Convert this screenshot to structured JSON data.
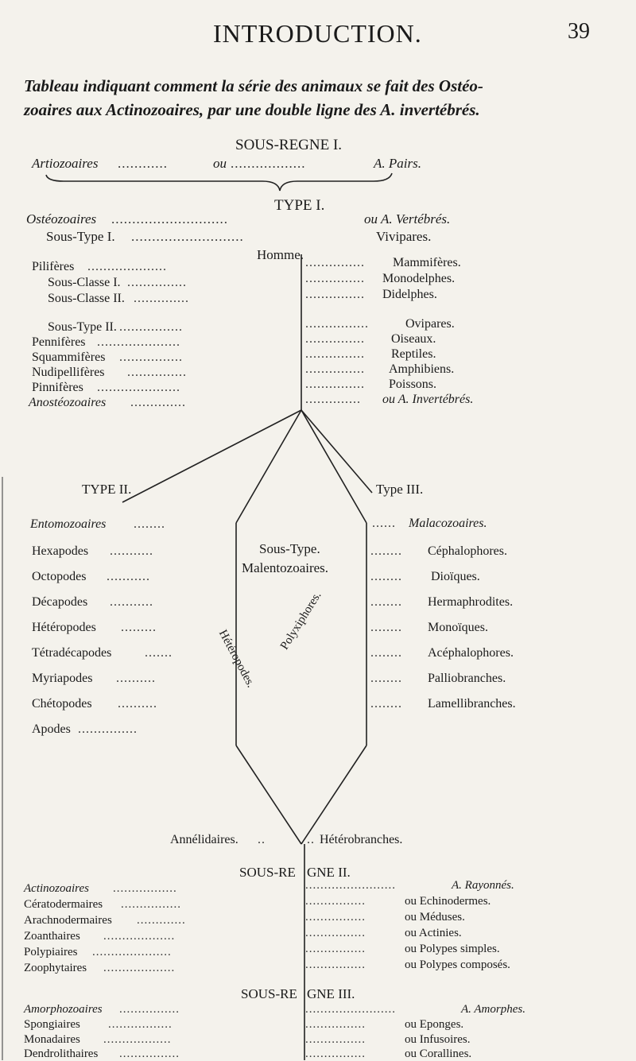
{
  "header": {
    "title": "INTRODUCTION.",
    "page_number": "39"
  },
  "caption": {
    "line1": "Tableau indiquant comment la série des animaux se fait des Ostéo-",
    "line2": "zoaires aux Actinozoaires, par une double ligne des A. invertébrés."
  },
  "regne1": {
    "heading": "SOUS-REGNE I.",
    "left": "Artiozoaires",
    "mid": "ou",
    "right": "A. Pairs."
  },
  "type1": {
    "heading": "TYPE I.",
    "left1": "Ostéozoaires",
    "right1": "ou A. Vertébrés.",
    "left2": "Sous-Type I.",
    "right2": "Vivipares.",
    "homme": "Homme.",
    "left_items": [
      "Pilifères",
      "Sous-Classe I.",
      "Sous-Classe II."
    ],
    "right_items": [
      "Mammifères.",
      "Monodelphes.",
      "Didelphes."
    ],
    "left_items2": [
      "Sous-Type II.",
      "Pennifères",
      "Squammifères",
      "Nudipellifères",
      "Pinnifères",
      "Anostéozoaires"
    ],
    "right_items2": [
      "Ovipares.",
      "Oiseaux.",
      "Reptiles.",
      "Amphibiens.",
      "Poissons.",
      "ou A. Invertébrés."
    ]
  },
  "type2": {
    "heading": "TYPE II.",
    "items": [
      "Entomozoaires",
      "Hexapodes",
      "Octopodes",
      "Décapodes",
      "Hétéropodes",
      "Tétradécapodes",
      "Myriapodes",
      "Chétopodes",
      "Apodes"
    ]
  },
  "center": {
    "line1": "Sous-Type.",
    "line2": "Malentozoaires.",
    "diag_left": "Hétéropodes.",
    "diag_right": "Polyxiphores."
  },
  "type3": {
    "heading": "Type III.",
    "items": [
      "Malacozoaires.",
      "Céphalophores.",
      "Dioïques.",
      "Hermaphrodites.",
      "Monoïques.",
      "Acéphalophores.",
      "Palliobranches.",
      "Lamellibranches."
    ]
  },
  "bottom_labels": {
    "left": "Annélidaires.",
    "right": "Hétérobranches."
  },
  "regne2": {
    "heading_left": "SOUS-RE",
    "heading_right": "GNE II.",
    "left_items": [
      "Actinozoaires",
      "Cératodermaires",
      "Arachnodermaires",
      "Zoanthaires",
      "Polypiaires",
      "Zoophytaires"
    ],
    "right_items": [
      "A. Rayonnés.",
      "ou Echinodermes.",
      "ou Méduses.",
      "ou Actinies.",
      "ou Polypes simples.",
      "ou Polypes composés."
    ]
  },
  "regne3": {
    "heading_left": "SOUS-RE",
    "heading_right": "GNE III.",
    "left_items": [
      "Amorphozoaires",
      "Spongiaires",
      "Monadaires",
      "Dendrolithaires"
    ],
    "right_items": [
      "A. Amorphes.",
      "ou Eponges.",
      "ou Infusoires.",
      "ou Corallines."
    ]
  }
}
